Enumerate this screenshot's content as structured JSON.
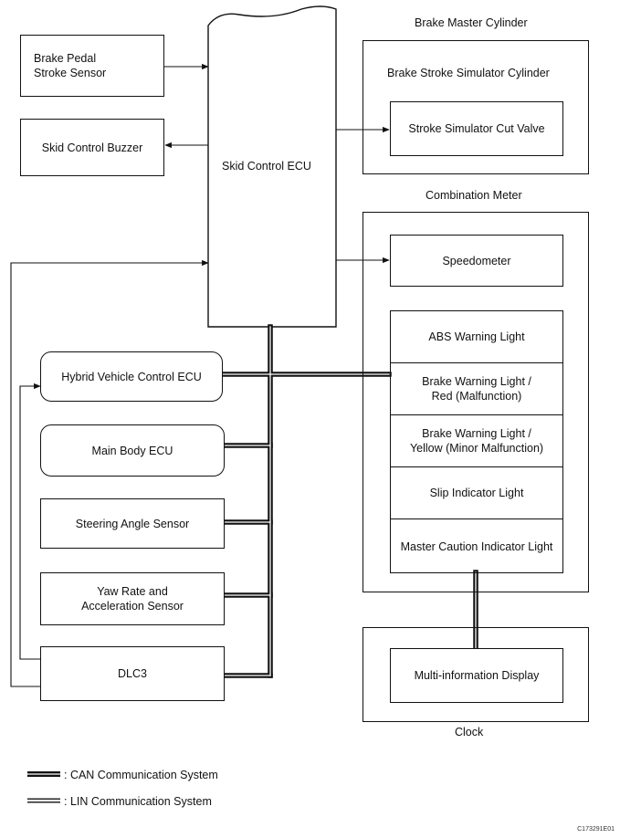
{
  "nodes": {
    "brake_pedal_stroke_sensor": "Brake Pedal\nStroke Sensor",
    "skid_control_buzzer": "Skid Control Buzzer",
    "skid_control_ecu": "Skid Control ECU",
    "hybrid_vehicle_control_ecu": "Hybrid Vehicle Control ECU",
    "main_body_ecu": "Main Body ECU",
    "steering_angle_sensor": "Steering Angle Sensor",
    "yaw_rate_sensor": "Yaw Rate and\nAcceleration Sensor",
    "dlc3": "DLC3"
  },
  "brake_master_cylinder": {
    "title": "Brake Master Cylinder",
    "simulator": "Brake Stroke Simulator Cylinder",
    "cut_valve": "Stroke Simulator Cut Valve"
  },
  "combination_meter": {
    "title": "Combination Meter",
    "speedometer": "Speedometer",
    "lights": [
      "ABS Warning Light",
      "Brake Warning Light /\nRed (Malfunction)",
      "Brake Warning Light /\nYellow (Minor Malfunction)",
      "Slip Indicator Light",
      "Master Caution Indicator Light"
    ]
  },
  "clock": {
    "title": "Clock",
    "display": "Multi-information Display"
  },
  "legend": {
    "can": ": CAN Communication System",
    "lin": ": LIN Communication System"
  },
  "figure_code": "C173291E01"
}
